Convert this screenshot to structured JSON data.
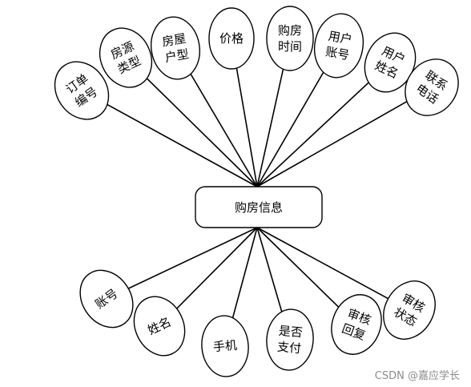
{
  "entity": {
    "label": "购房信息"
  },
  "attributes": [
    {
      "id": "order-number",
      "lines": [
        "订单",
        "编号"
      ]
    },
    {
      "id": "house-source-type",
      "lines": [
        "房源",
        "类型"
      ]
    },
    {
      "id": "house-layout",
      "lines": [
        "房屋",
        "户型"
      ]
    },
    {
      "id": "price",
      "lines": [
        "价格"
      ]
    },
    {
      "id": "purchase-time",
      "lines": [
        "购房",
        "时间"
      ]
    },
    {
      "id": "user-account",
      "lines": [
        "用户",
        "账号"
      ]
    },
    {
      "id": "user-name",
      "lines": [
        "用户",
        "姓名"
      ]
    },
    {
      "id": "contact-phone",
      "lines": [
        "联系",
        "电话"
      ]
    },
    {
      "id": "account",
      "lines": [
        "账号"
      ]
    },
    {
      "id": "name",
      "lines": [
        "姓名"
      ]
    },
    {
      "id": "phone",
      "lines": [
        "手机"
      ]
    },
    {
      "id": "is-paid",
      "lines": [
        "是否",
        "支付"
      ]
    },
    {
      "id": "review-reply",
      "lines": [
        "审核",
        "回复"
      ]
    },
    {
      "id": "review-status",
      "lines": [
        "审核",
        "状态"
      ]
    }
  ],
  "watermark": "CSDN @嘉应学长"
}
